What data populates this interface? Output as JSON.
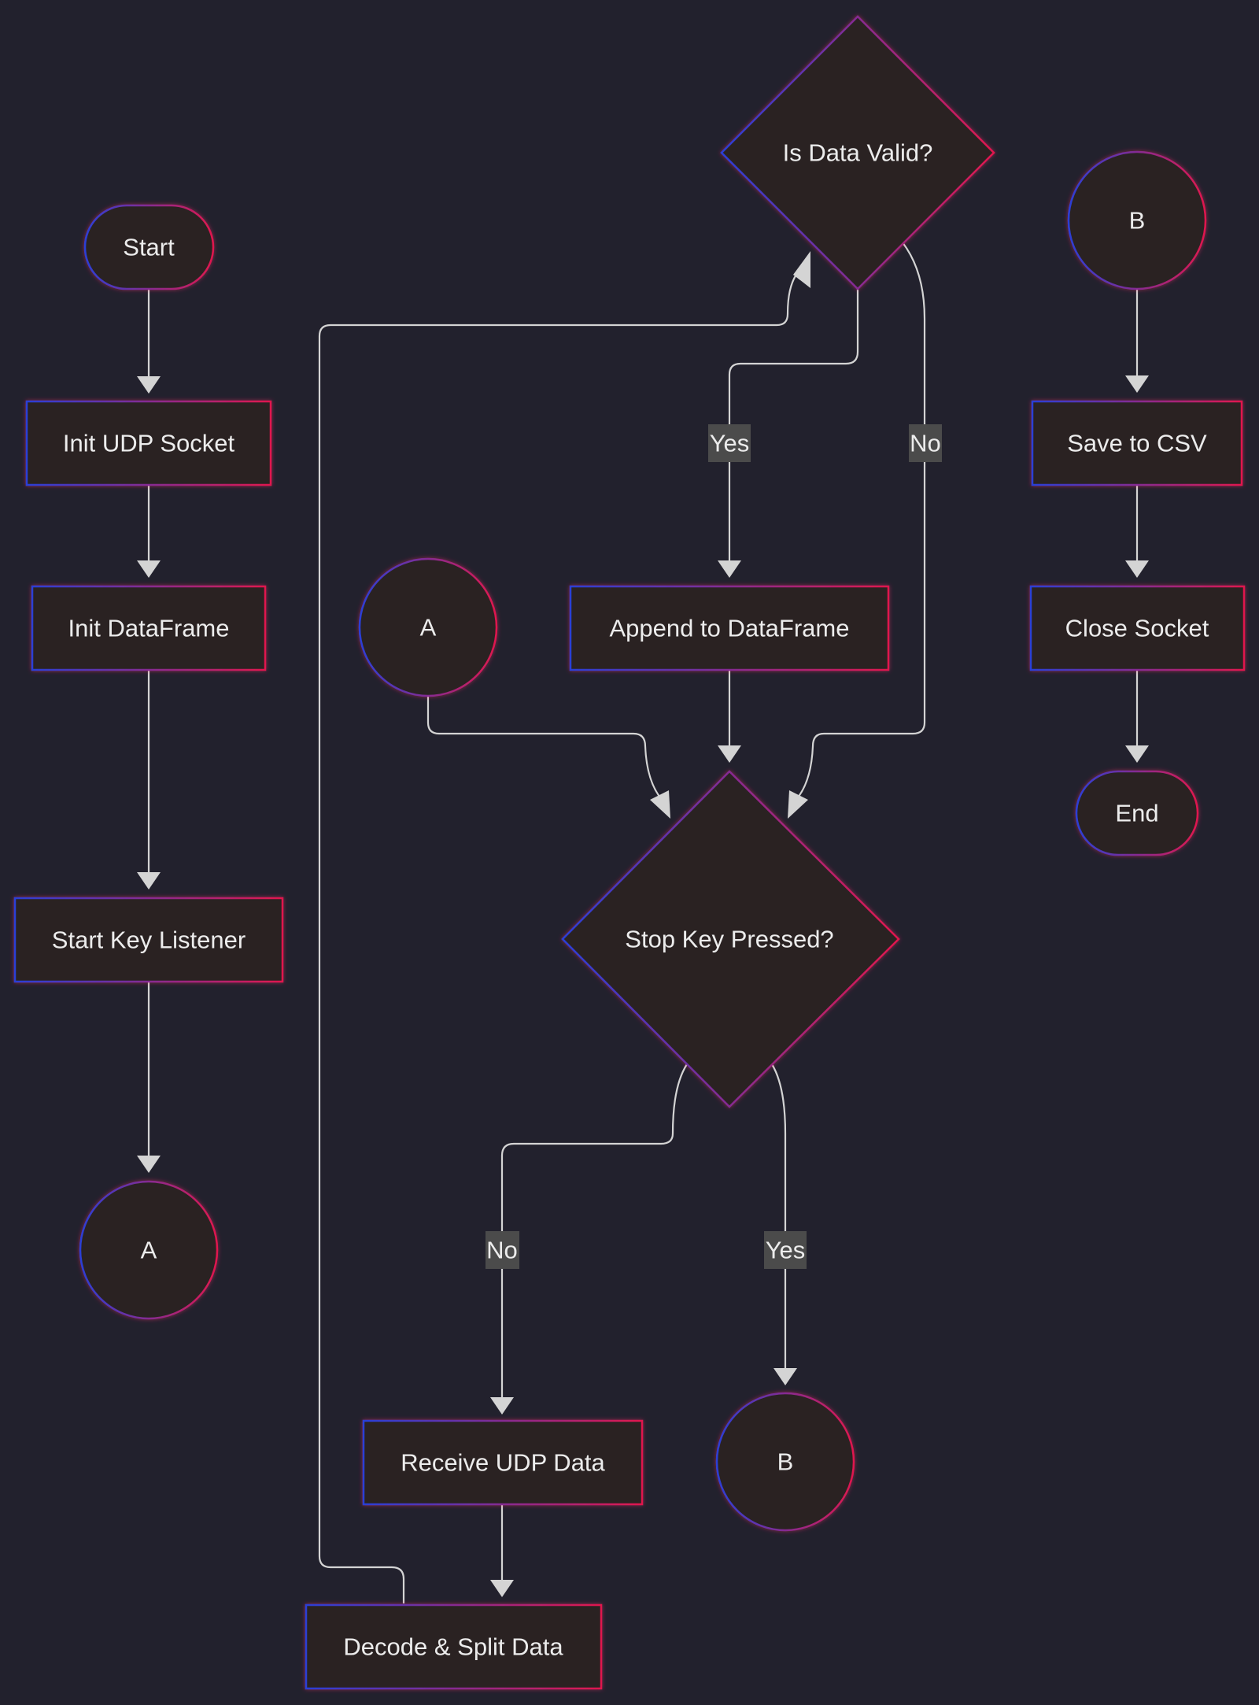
{
  "diagram": {
    "theme": {
      "background": "#22212d",
      "node_fill": "#2b2222",
      "stroke_blue": "#2a3fd6",
      "stroke_red": "#e0184e",
      "edge_color": "#d4d4d4",
      "label_bg": "#4b4b4b",
      "text_color": "#ececec"
    },
    "nodes": {
      "start": "Start",
      "init_udp_socket": "Init UDP Socket",
      "init_dataframe": "Init DataFrame",
      "start_key_listener": "Start Key Listener",
      "connector_a_out": "A",
      "connector_a_in": "A",
      "is_data_valid": "Is Data Valid?",
      "append_to_dataframe": "Append to DataFrame",
      "stop_key_pressed": "Stop Key Pressed?",
      "receive_udp_data": "Receive UDP Data",
      "decode_split_data": "Decode & Split Data",
      "connector_b_out": "B",
      "connector_b_in": "B",
      "save_to_csv": "Save to CSV",
      "close_socket": "Close Socket",
      "end": "End"
    },
    "edge_labels": {
      "valid_yes": "Yes",
      "valid_no": "No",
      "stop_no": "No",
      "stop_yes": "Yes"
    }
  }
}
